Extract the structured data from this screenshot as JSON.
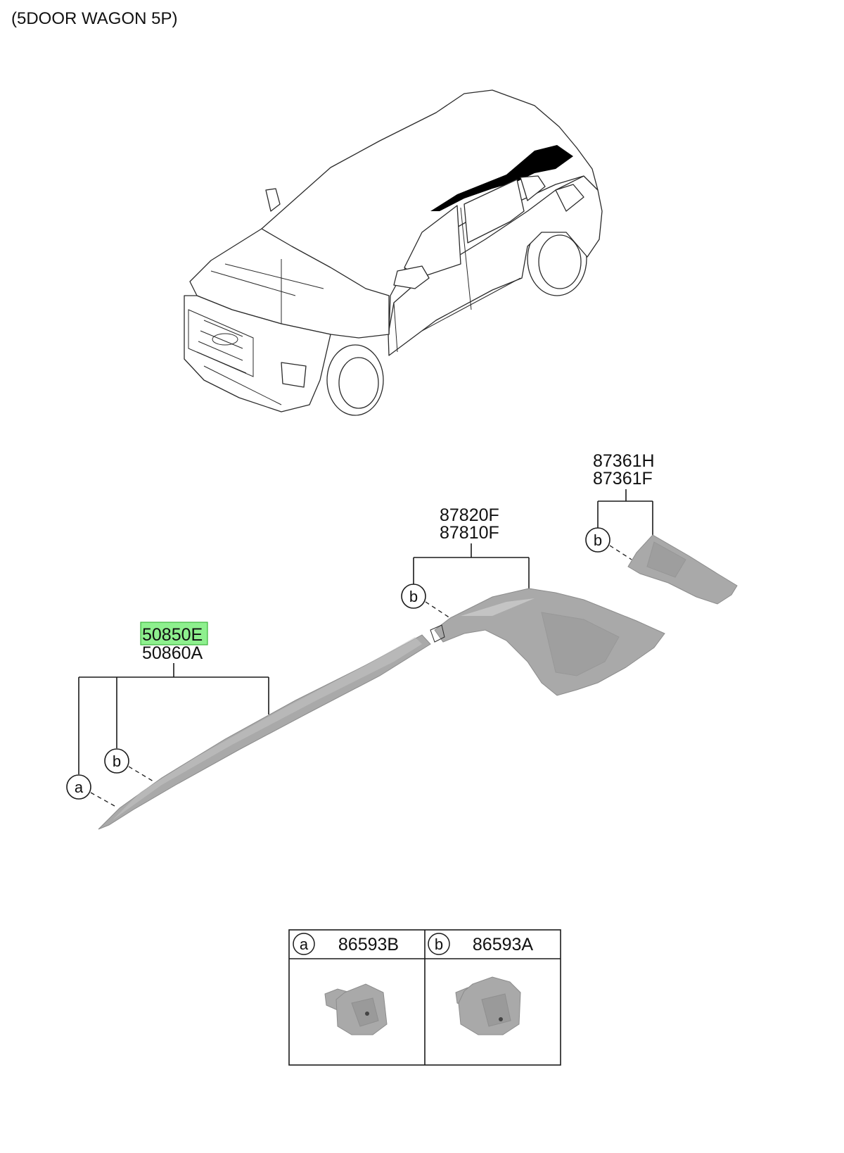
{
  "title": "(5DOOR WAGON 5P)",
  "callouts": [
    {
      "id": "group-50850",
      "numbers": [
        "50850E",
        "50860A"
      ],
      "highlighted": "50850E",
      "fasteners": [
        "a",
        "b"
      ]
    },
    {
      "id": "group-87820",
      "numbers": [
        "87820F",
        "87810F"
      ],
      "fasteners": [
        "b"
      ]
    },
    {
      "id": "group-87361",
      "numbers": [
        "87361H",
        "87361F"
      ],
      "fasteners": [
        "b"
      ]
    }
  ],
  "fastener_letters": {
    "a": "a",
    "b": "b"
  },
  "fastener_table": [
    {
      "letter": "a",
      "part": "86593B"
    },
    {
      "letter": "b",
      "part": "86593A"
    }
  ],
  "colors": {
    "highlight": "#8ef08e",
    "part_fill": "#a9a9a9",
    "line": "#1a1a1a",
    "roof_trim": "#000000"
  }
}
